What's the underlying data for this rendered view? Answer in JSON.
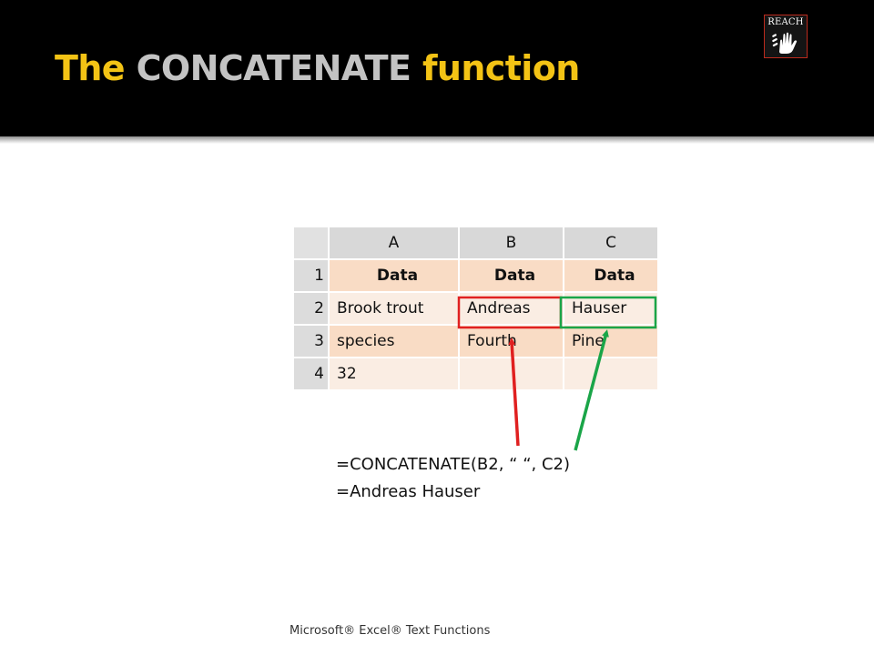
{
  "slide": {
    "title_part1": "The ",
    "title_part2": "CONCATENATE",
    "title_part3": " function",
    "footer": "Microsoft® Excel® Text Functions"
  },
  "logo": {
    "text": "REACH",
    "icon": "hand-icon",
    "border_color": "#bb2a1d"
  },
  "spreadsheet": {
    "columns": [
      "A",
      "B",
      "C"
    ],
    "rows": [
      {
        "num": "1",
        "cells": [
          "Data",
          "Data",
          "Data"
        ]
      },
      {
        "num": "2",
        "cells": [
          "Brook trout",
          "Andreas",
          "Hauser"
        ]
      },
      {
        "num": "3",
        "cells": [
          "species",
          "Fourth",
          "Pine"
        ]
      },
      {
        "num": "4",
        "cells": [
          "32",
          "",
          ""
        ]
      }
    ]
  },
  "formula": {
    "expression": "=CONCATENATE(B2, “ “, C2)",
    "result": "=Andreas Hauser"
  },
  "colors": {
    "title_accent": "#f3c315",
    "title_gray": "#c3c3c3",
    "highlight_b2": "#e02020",
    "highlight_c2": "#1aa548"
  }
}
